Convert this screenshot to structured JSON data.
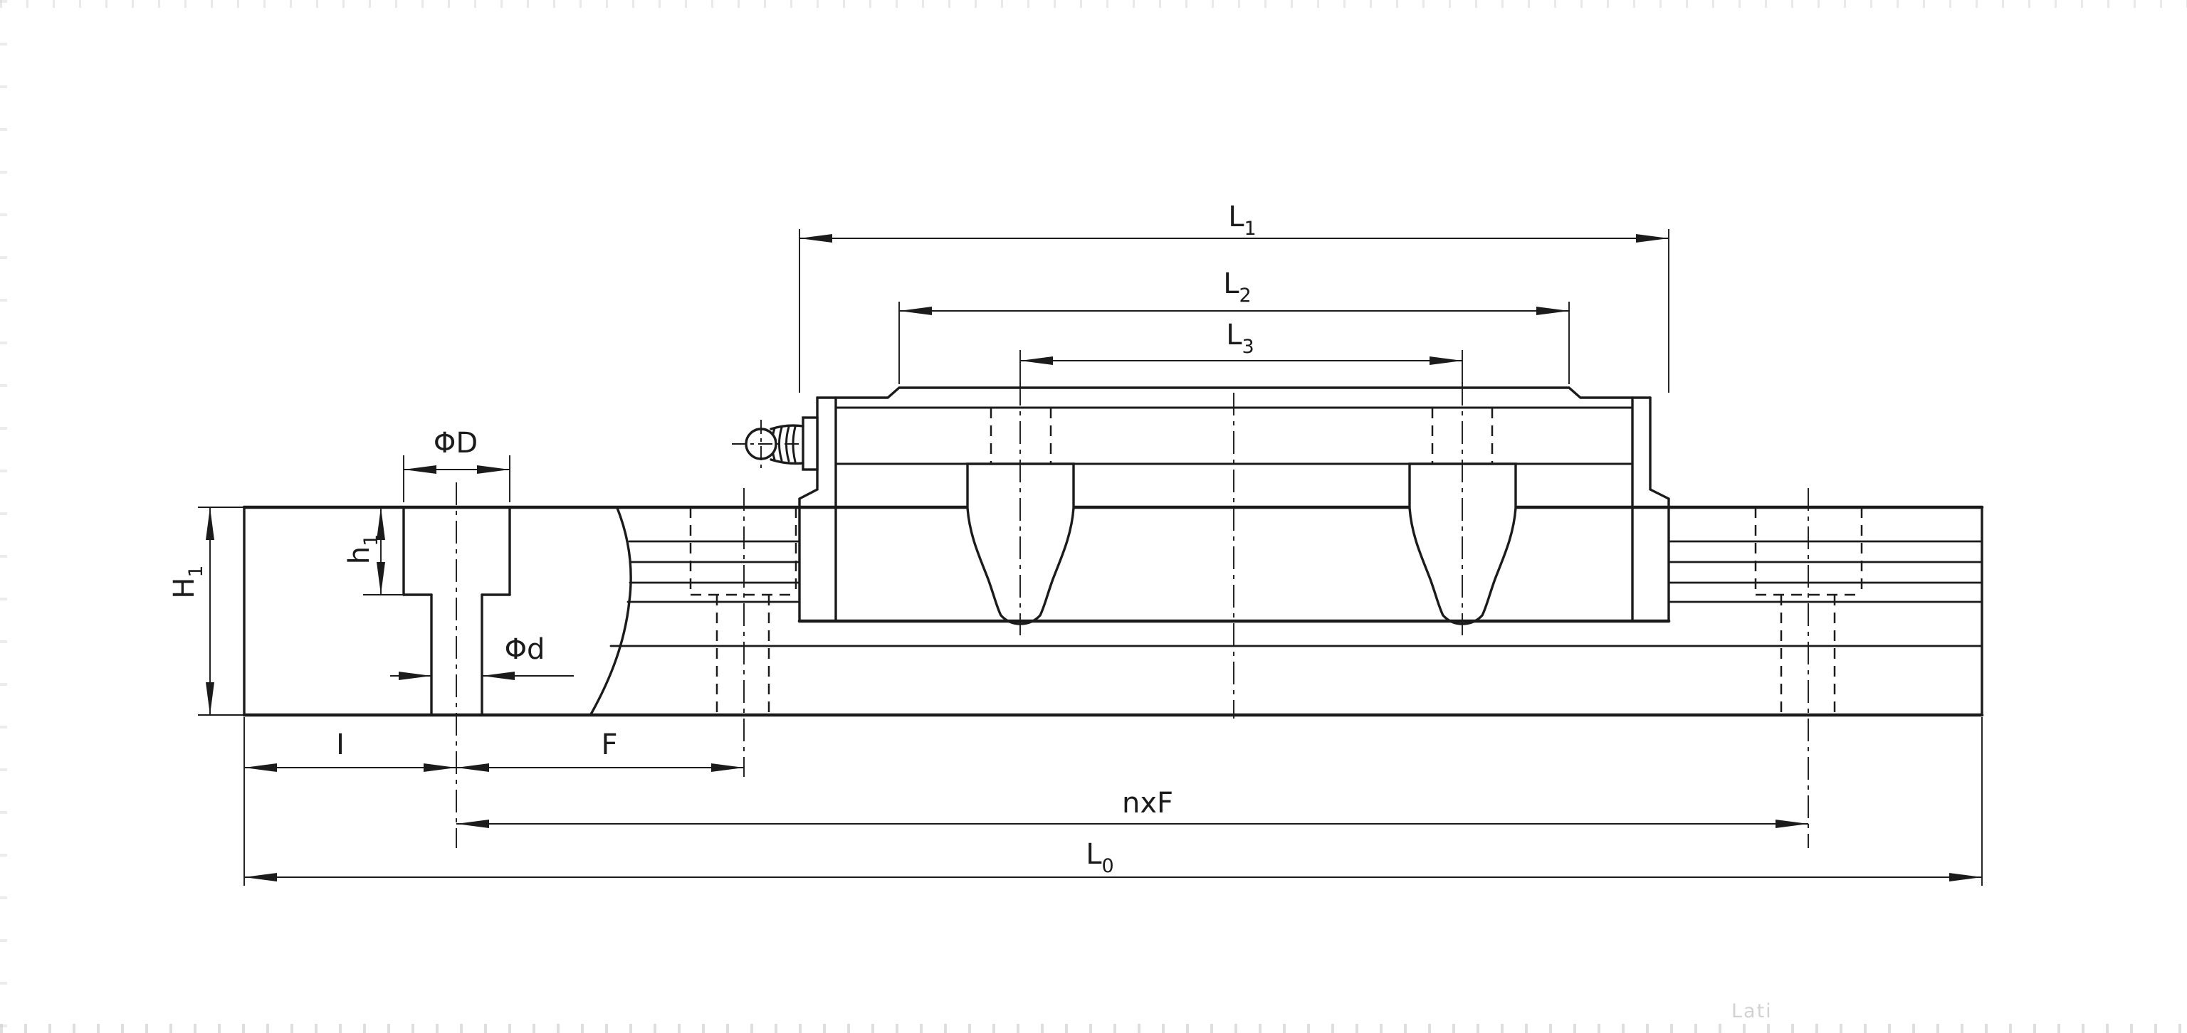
{
  "page": {
    "background": "#ffffff",
    "ink": "#1b1b1b",
    "watermark_text": "Lati"
  },
  "dimensions": {
    "L1": {
      "main": "L",
      "sub": "1"
    },
    "L2": {
      "main": "L",
      "sub": "2"
    },
    "L3": {
      "main": "L",
      "sub": "3"
    },
    "PhiD": {
      "main": "ΦD",
      "sub": ""
    },
    "h1": {
      "main": "h",
      "sub": "1"
    },
    "H1": {
      "main": "H",
      "sub": "1"
    },
    "Phid": {
      "main": "Φd",
      "sub": ""
    },
    "I": {
      "main": "I",
      "sub": ""
    },
    "F": {
      "main": "F",
      "sub": ""
    },
    "nxF": {
      "main": "nxF",
      "sub": ""
    },
    "L0": {
      "main": "L",
      "sub": "0"
    }
  }
}
